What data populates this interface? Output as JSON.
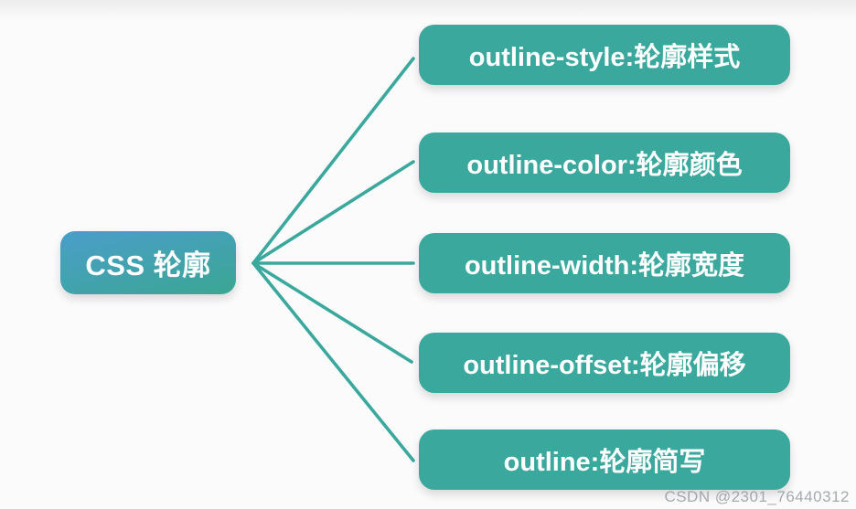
{
  "diagram": {
    "root": {
      "label": "CSS 轮廓"
    },
    "children": [
      {
        "label": "outline-style:轮廓样式"
      },
      {
        "label": "outline-color:轮廓颜色"
      },
      {
        "label": "outline-width:轮廓宽度"
      },
      {
        "label": "outline-offset:轮廓偏移"
      },
      {
        "label": "outline:轮廓简写"
      }
    ],
    "colors": {
      "child_node_background": "#3AA89C",
      "root_gradient_top": "#4A9ECB",
      "root_gradient_bottom": "#3BA692",
      "connector_line": "#3AA89C",
      "node_text": "#FFFFFF",
      "background": "#FBFBFC",
      "watermark_text": "#8F9699"
    }
  },
  "watermark": {
    "text": "CSDN @2301_76440312"
  }
}
